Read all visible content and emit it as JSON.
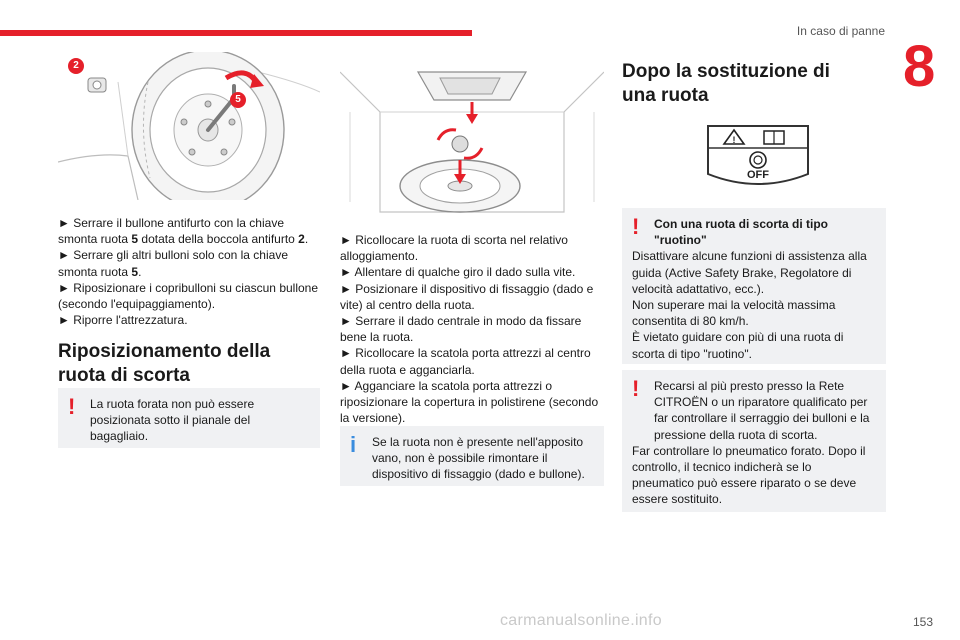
{
  "header": {
    "title": "In caso di panne",
    "chapter": "8",
    "accent_color": "#e5202a",
    "info_color": "#3a8dde"
  },
  "col1": {
    "figure": {
      "callouts": [
        "2",
        "5"
      ]
    },
    "steps": [
      {
        "a": "► Serrare il bullone antifurto con la chiave smonta ruota ",
        "b": "5",
        "c": " dotata della boccola antifurto ",
        "d": "2",
        "e": "."
      },
      {
        "a": "► Serrare gli altri bulloni solo con la chiave smonta ruota ",
        "b": "5",
        "c": ".",
        "d": "",
        "e": ""
      },
      {
        "a": "► Riposizionare i copribulloni su ciascun bullone (secondo l'equipaggiamento).",
        "b": "",
        "c": "",
        "d": "",
        "e": ""
      },
      {
        "a": "► Riporre l'attrezzatura.",
        "b": "",
        "c": "",
        "d": "",
        "e": ""
      }
    ],
    "section_title": "Riposizionamento della ruota di scorta",
    "warning": {
      "icon": "!",
      "text": "La ruota forata non può essere posizionata sotto il pianale del bagagliaio."
    }
  },
  "col2": {
    "steps": [
      "► Ricollocare la ruota di scorta nel relativo alloggiamento.",
      "► Allentare di qualche giro il dado sulla vite.",
      "► Posizionare il dispositivo di fissaggio (dado e vite) al centro della ruota.",
      "► Serrare il dado centrale in modo da fissare bene la ruota.",
      "► Ricollocare la scatola porta attrezzi al centro della ruota e agganciarla.",
      "► Agganciare la scatola porta attrezzi o riposizionare la copertura in polistirene (secondo la versione)."
    ],
    "info": {
      "icon": "i",
      "text": "Se la ruota non è presente nell'apposito vano, non è possibile rimontare il dispositivo di fissaggio (dado e bullone)."
    }
  },
  "col3": {
    "section_title": "Dopo la sostituzione di una ruota",
    "figure": {
      "label_off": "OFF"
    },
    "warning1": {
      "icon": "!",
      "title": "Con una ruota di scorta di tipo \"ruotino\"",
      "lines": [
        "Disattivare alcune funzioni di assistenza alla guida (Active Safety Brake, Regolatore di velocità adattativo, ecc.).",
        "Non superare mai la velocità massima consentita di 80 km/h.",
        "È vietato guidare con più di una ruota di scorta di tipo \"ruotino\"."
      ]
    },
    "warning2": {
      "icon": "!",
      "lines": [
        "Recarsi al più presto presso la Rete CITROËN o un riparatore qualificato per far controllare il serraggio dei bulloni e la pressione della ruota di scorta.",
        "Far controllare lo pneumatico forato. Dopo il controllo, il tecnico indicherà se lo pneumatico può essere riparato o se deve essere sostituito."
      ]
    }
  },
  "footer": {
    "page_number": "153",
    "watermark": "carmanualsonline.info"
  }
}
